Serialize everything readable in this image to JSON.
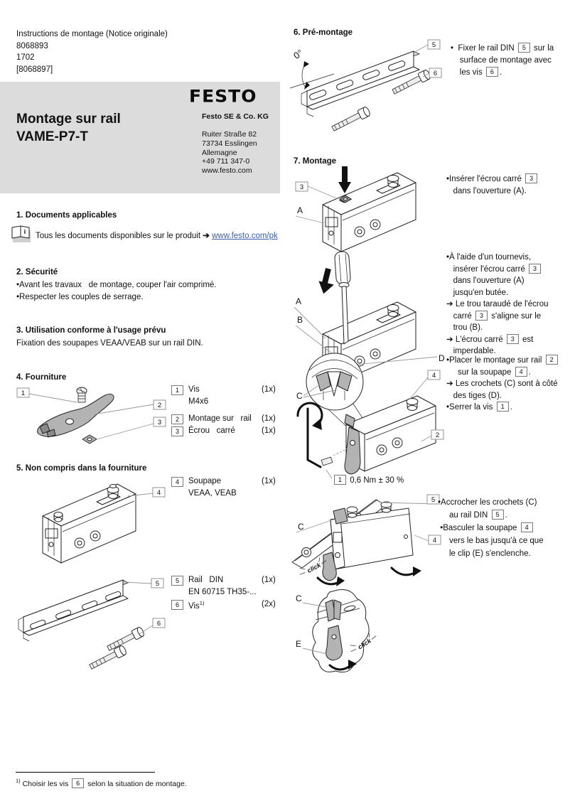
{
  "labels": {
    "n1": "1",
    "n2": "2",
    "n3": "3",
    "n4": "4",
    "n5": "5",
    "n6": "6",
    "A": "A",
    "B": "B",
    "C": "C",
    "D": "D",
    "E": "E",
    "click": "click",
    "deg": "0°",
    "info": "i"
  },
  "header_lines": [
    "Instructions de montage (Notice originale)",
    "8068893",
    "1702",
    "[8068897]"
  ],
  "brand": {
    "logo": "FESTO",
    "title_line1": "Montage sur rail",
    "title_line2": "VAME-P7-T",
    "company": "Festo SE & Co. KG",
    "address_lines": [
      "Ruiter Straße 82",
      "73734 Esslingen",
      "Allemagne",
      "+49 711 347-0",
      "www.festo.com"
    ]
  },
  "s1": {
    "heading": "1. Documents applicables",
    "text": "Tous les documents disponibles sur le produit ",
    "arrow": "➔ ",
    "link": "www.festo.com/pk"
  },
  "s2": {
    "heading": "2. Sécurité",
    "lines": [
      "•Avant les travaux   de montage, couper l'air comprimé.",
      "•Respecter les couples de serrage."
    ]
  },
  "s3": {
    "heading": "3. Utilisation conforme à l'usage prévu",
    "text": "Fixation des soupapes VEAA/VEAB sur un rail DIN."
  },
  "s4": {
    "heading": "4. Fourniture",
    "items": [
      {
        "num": "1",
        "label": "Vis",
        "qty": "(1x)"
      },
      {
        "num": "",
        "label": "M4x6",
        "qty": ""
      },
      {
        "num": "2",
        "label": "Montage sur   rail",
        "qty": "(1x)"
      },
      {
        "num": "3",
        "label": "Écrou   carré",
        "qty": "(1x)"
      }
    ]
  },
  "s5": {
    "heading": "5. Non compris dans la fourniture",
    "items_a": [
      {
        "num": "4",
        "label": "Soupape",
        "qty": "(1x)"
      },
      {
        "num": "",
        "label": "VEAA, VEAB",
        "qty": ""
      }
    ],
    "items_b": [
      {
        "num": "5",
        "label": "Rail   DIN",
        "qty": "(1x)"
      },
      {
        "num": "",
        "label": "EN 60715 TH35-...",
        "qty": ""
      },
      {
        "num": "6",
        "label": "Vis^^1)^^",
        "qty": "(2x)"
      }
    ]
  },
  "s6": {
    "heading": "6. Pré-montage",
    "lines": [
      "•  Fixer le rail DIN [[5]] sur la",
      "    surface de montage avec",
      "    les vis [[6]]."
    ]
  },
  "s7": {
    "heading": "7. Montage",
    "block1": [
      "•Insérer l'écrou carré [[3]]",
      "   dans l'ouverture (A)."
    ],
    "block2": [
      "•À l'aide d'un tournevis,",
      "   insérer l'écrou carré [[3]]",
      "   dans l'ouverture (A)",
      "   jusqu'en butée.",
      "➔ Le trou taraudé de l'écrou",
      "   carré [[3]] s'aligne sur le",
      "   trou (B).",
      "➔ L'écrou carré [[3]] est",
      "   imperdable."
    ],
    "block3": [
      "•Placer le montage sur rail [[2]]",
      "     sur la soupape [[4]].",
      "➔ Les crochets (C) sont à côté",
      "   des tiges (D).",
      "•Serrer la vis [[1]]."
    ],
    "torque_line": "[[1]]  0,6 Nm ± 30 %",
    "block4": [
      "•Accrocher les crochets (C)",
      "     au rail DIN [[5]].",
      " •Basculer la soupape [[4]]",
      "     vers le bas jusqu'à ce que",
      "     le clip (E) s'enclenche."
    ]
  },
  "footnote": {
    "sup": "1)",
    "text": " Choisir les vis [[6]] selon la situation de montage."
  }
}
